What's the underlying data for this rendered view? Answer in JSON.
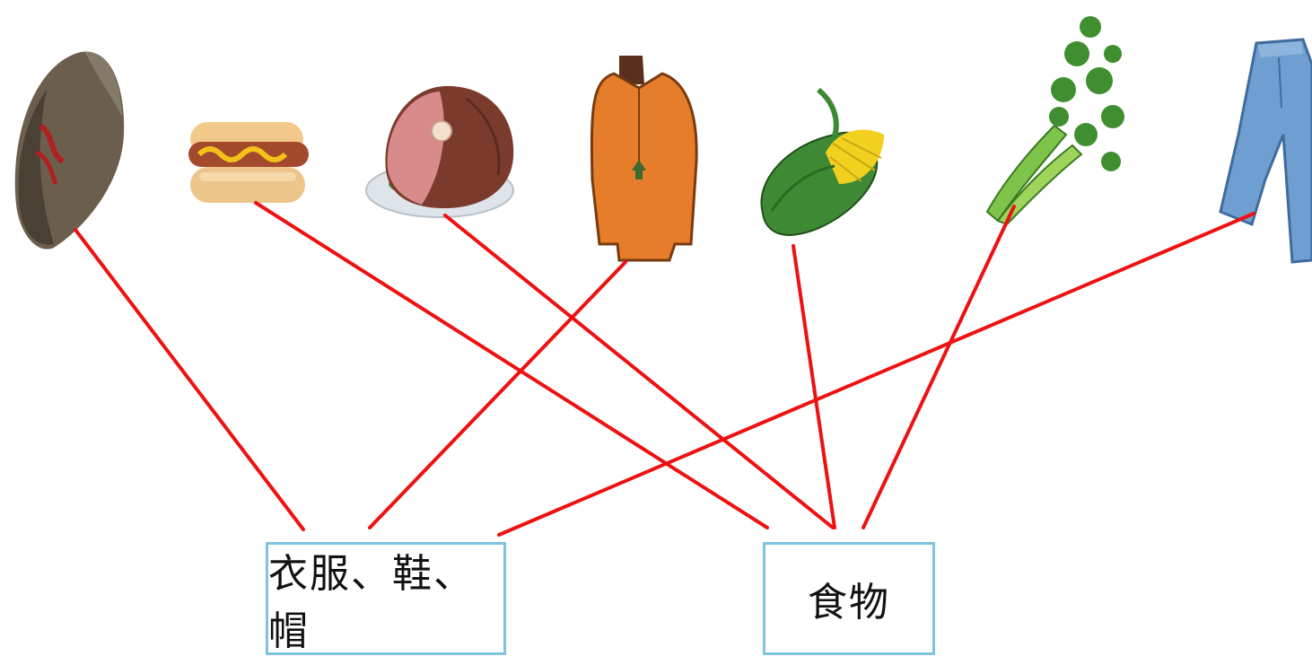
{
  "labels": {
    "clothes": "衣服、鞋、帽",
    "food": "食物"
  },
  "items": [
    {
      "id": "cap",
      "icon": "cap-icon",
      "category": "clothes"
    },
    {
      "id": "hotdog",
      "icon": "hotdog-icon",
      "category": "food"
    },
    {
      "id": "ham",
      "icon": "ham-icon",
      "category": "food"
    },
    {
      "id": "coat",
      "icon": "coat-icon",
      "category": "clothes"
    },
    {
      "id": "corn",
      "icon": "corn-icon",
      "category": "food"
    },
    {
      "id": "celery",
      "icon": "celery-icon",
      "category": "food"
    },
    {
      "id": "jeans",
      "icon": "jeans-icon",
      "category": "clothes"
    }
  ],
  "colors": {
    "line": "#ee1111",
    "box_border": "#7ec3e0"
  }
}
